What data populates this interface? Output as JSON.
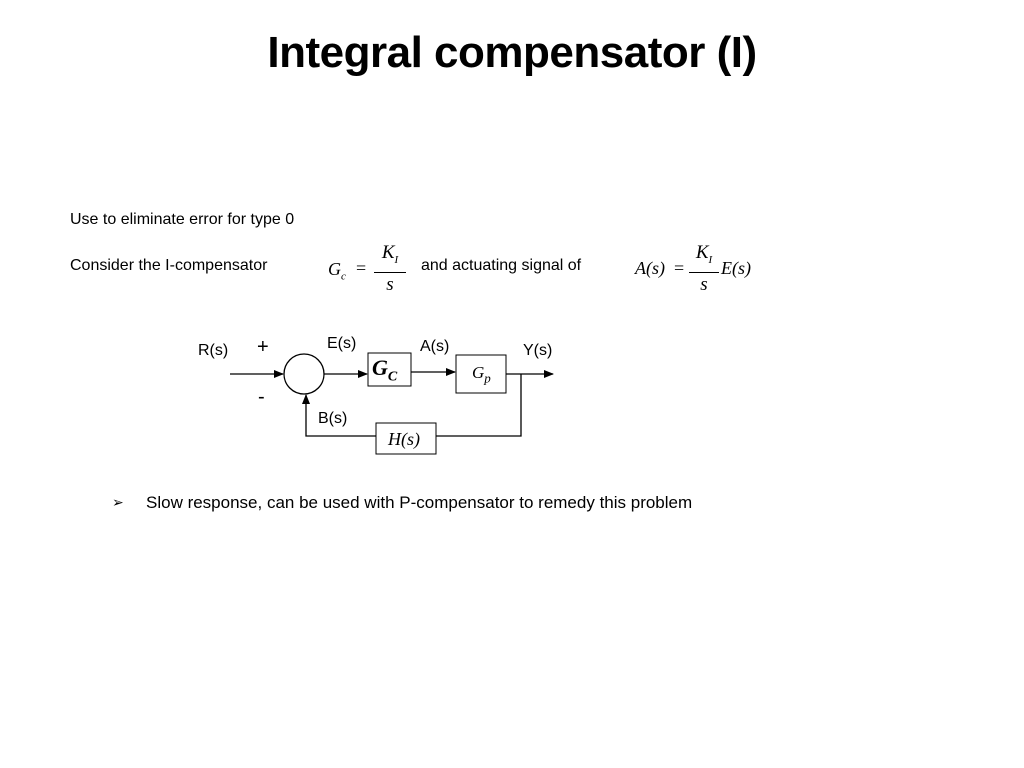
{
  "title": "Integral compensator (I)",
  "line1": "Use to eliminate error for type 0",
  "line2_prefix": "Consider the I-compensator",
  "line2_middle": "and actuating signal of",
  "eq1": {
    "lhs": "G",
    "lhs_sub": "c",
    "eq": "=",
    "num": "K",
    "num_sub": "I",
    "den": "s"
  },
  "eq2": {
    "lhs": "A(s)",
    "eq": "=",
    "num": "K",
    "num_sub": "I",
    "den": "s",
    "rhs": "E(s)"
  },
  "diagram": {
    "input_label": "R(s)",
    "plus": "+",
    "minus": "-",
    "error_label": "E(s)",
    "actuating_label": "A(s)",
    "output_label": "Y(s)",
    "feedback_label": "B(s)",
    "gc_block": "G",
    "gc_sub": "C",
    "gp_block": "G",
    "gp_sub": "p",
    "h_block": "H(s)"
  },
  "bullet_marker": "➢",
  "bullet_text": "Slow response, can be used with P-compensator to remedy this problem"
}
